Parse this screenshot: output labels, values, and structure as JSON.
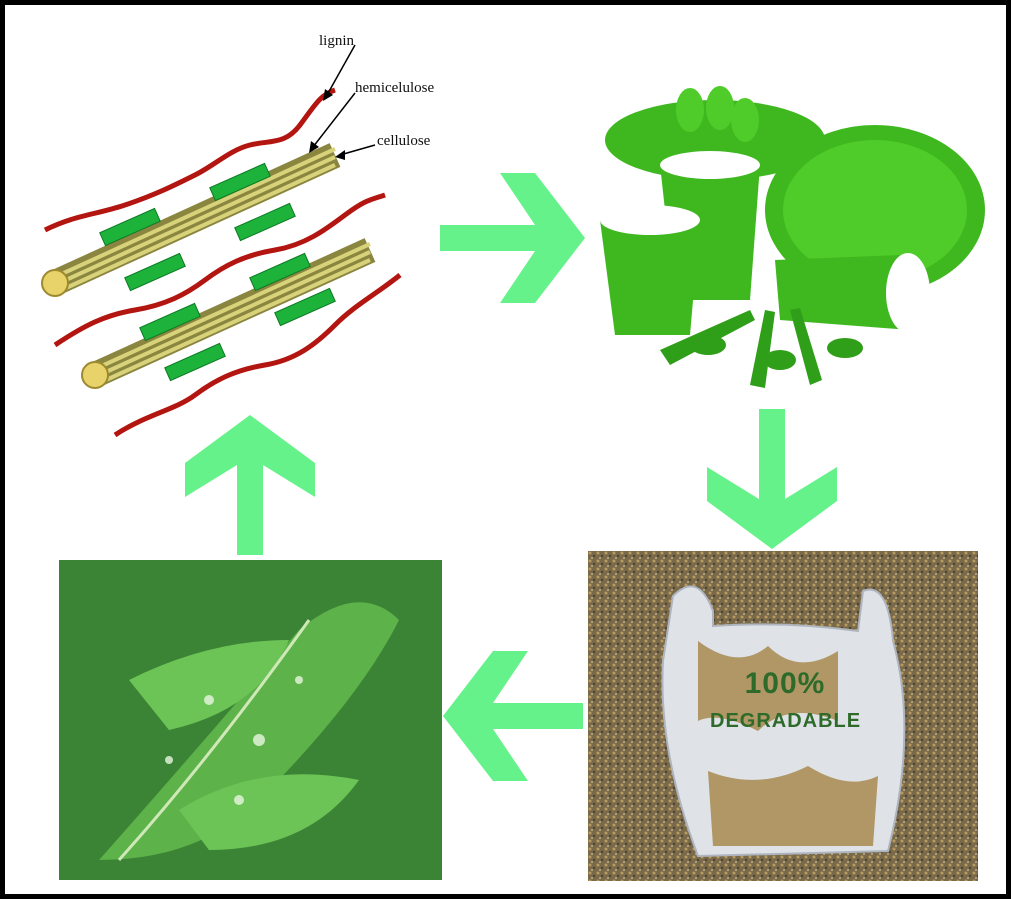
{
  "diagram": {
    "labels": {
      "lignin": "lignin",
      "hemicellulose": "hemicelulose",
      "cellulose": "cellulose"
    },
    "bag_print": {
      "line1": "100%",
      "line2": "DEGRADABLE"
    },
    "colors": {
      "arrow": "#66f28a",
      "lignin": "#b31510",
      "cellulose_rod": "#c8c46a",
      "hemicellulose": "#1db33b",
      "tableware": "#3fb81f",
      "soil": "#8a6f3e",
      "leaf": "#3c8f3a"
    },
    "flow": [
      "lignocellulose-structure",
      "bioplastic-tableware",
      "degradable-bag-in-soil",
      "plant-leaf"
    ]
  }
}
